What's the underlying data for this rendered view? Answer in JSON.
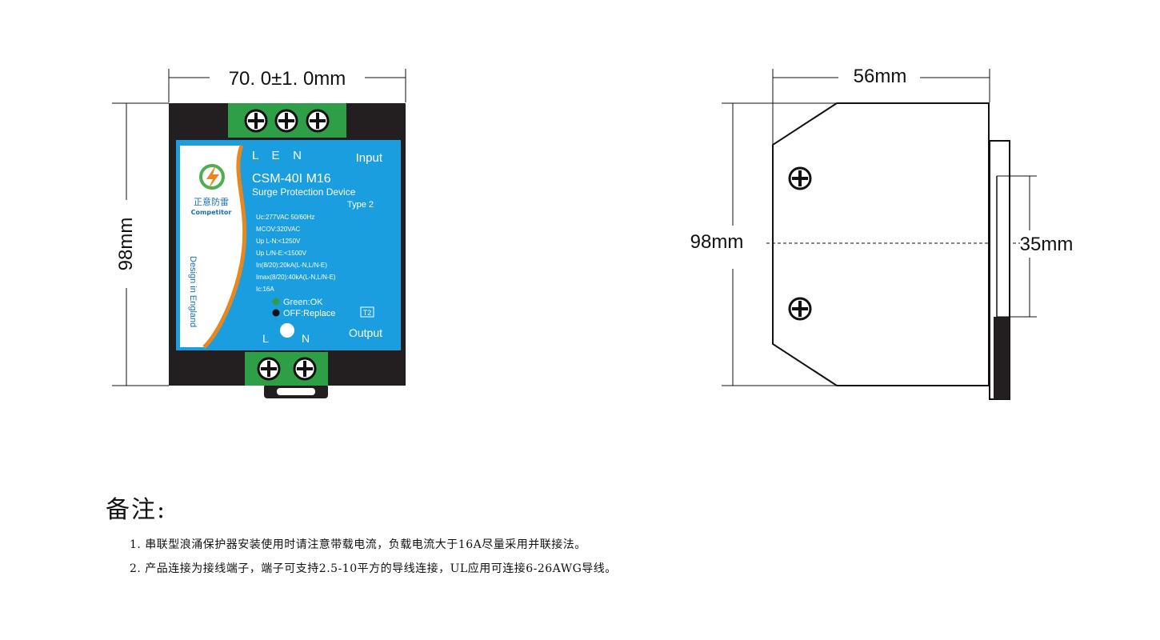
{
  "front_view": {
    "width_label": "70. 0±1. 0mm",
    "height_label": "98mm",
    "label": {
      "terminals_top": "L    E    N",
      "input": "Input",
      "model": "CSM-40I M16",
      "subtitle": "Surge Protection Device",
      "type": "Type 2",
      "brand_cn": "正意防雷",
      "brand_en": "Competitor",
      "design": "Design in England",
      "specs": [
        "Uc:277VAC 50/60Hz",
        "MCOV:320VAC",
        "Up L-N:<1250V",
        "Up L/N-E:<1500V",
        "In(8/20):20kA(L-N,L/N-E)",
        "Imax(8/20):40kA(L-N,L/N-E)",
        "Ic:16A"
      ],
      "status_ok": "Green:OK",
      "status_replace": "OFF:Replace",
      "t2": "T2",
      "output": "Output",
      "terminal_l": "L",
      "terminal_n": "N"
    }
  },
  "side_view": {
    "width_label": "56mm",
    "height_label": "98mm",
    "rail_label": "35mm"
  },
  "notes": {
    "title": "备注:",
    "items": [
      "1. 串联型浪涌保护器安装使用时请注意带载电流，负载电流大于16A尽量采用并联接法。",
      "2. 产品连接为接线端子，端子可支持2.5-10平方的导线连接，UL应用可连接6-26AWG导线。"
    ]
  },
  "colors": {
    "housing": "#231f20",
    "label_blue": "#1a9ee0",
    "terminal_green": "#2e9e47",
    "accent_orange": "#e8871e",
    "logo_green": "#4caf50"
  }
}
